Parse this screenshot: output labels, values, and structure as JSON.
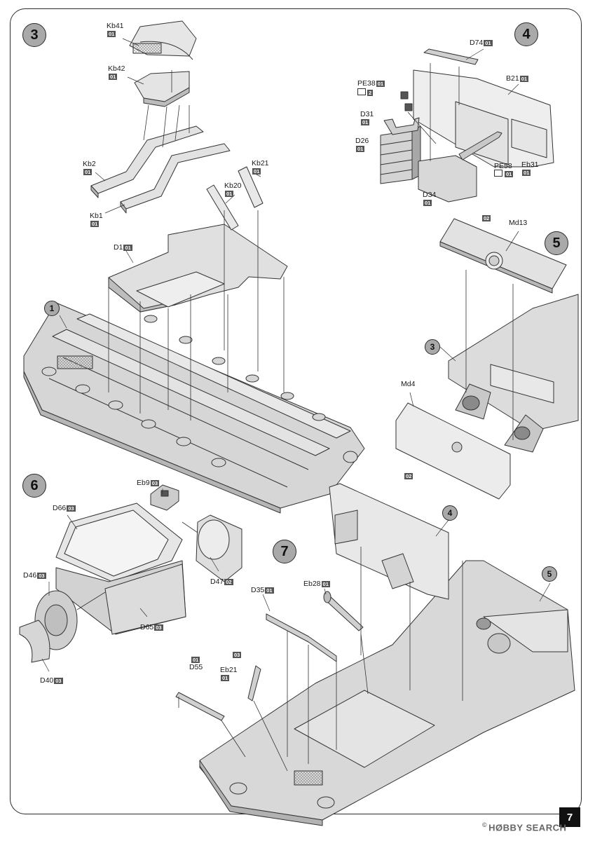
{
  "step_numbers": {
    "s3": "3",
    "s4": "4",
    "s5": "5",
    "s6": "6",
    "s7": "7"
  },
  "ref_numbers": {
    "r1": "1",
    "r3": "3",
    "r4": "4",
    "r5": "5"
  },
  "parts": {
    "kb41": {
      "name": "Kb41",
      "sprue": "01"
    },
    "kb42": {
      "name": "Kb42",
      "sprue": "01"
    },
    "kb2": {
      "name": "Kb2",
      "sprue": "01"
    },
    "kb21": {
      "name": "Kb21",
      "sprue": "01"
    },
    "kb20": {
      "name": "Kb20",
      "sprue": "01"
    },
    "kb1": {
      "name": "Kb1",
      "sprue": "01"
    },
    "d1": {
      "name": "D1",
      "sprue": "01"
    },
    "d74": {
      "name": "D74",
      "sprue": "01"
    },
    "b21": {
      "name": "B21",
      "sprue": "01"
    },
    "pe38": {
      "name": "PE38",
      "sprue": "01",
      "pe_count": "2"
    },
    "d31": {
      "name": "D31",
      "sprue": "01"
    },
    "d26": {
      "name": "D26",
      "sprue": "01"
    },
    "pe58": {
      "name": "PE58",
      "sprue": "01"
    },
    "eb31": {
      "name": "Eb31",
      "sprue": "01"
    },
    "d34": {
      "name": "D34",
      "sprue": "01"
    },
    "md13": {
      "name": "Md13",
      "sprue": "02"
    },
    "md4": {
      "name": "Md4",
      "sprue": "02"
    },
    "eb9": {
      "name": "Eb9",
      "sprue": "03"
    },
    "d66": {
      "name": "D66",
      "sprue": "03"
    },
    "d46": {
      "name": "D46",
      "sprue": "03"
    },
    "d47": {
      "name": "D47",
      "sprue": "02"
    },
    "d65": {
      "name": "D65",
      "sprue": "03"
    },
    "d40": {
      "name": "D40",
      "sprue": "03"
    },
    "d35": {
      "name": "D35",
      "sprue": "01"
    },
    "eb28": {
      "name": "Eb28",
      "sprue": "01"
    },
    "d55": {
      "name": "D55",
      "sprue": "01"
    },
    "eb21": {
      "name": "Eb21",
      "sprue": "01"
    }
  },
  "loose_tags": {
    "md13_tag": "02",
    "md4_tag": "02",
    "d55_tag": "01",
    "eb21_extra": "03"
  },
  "page_number": "7",
  "watermark": {
    "symbol": "©",
    "text": "HØBBY SEARCH"
  }
}
